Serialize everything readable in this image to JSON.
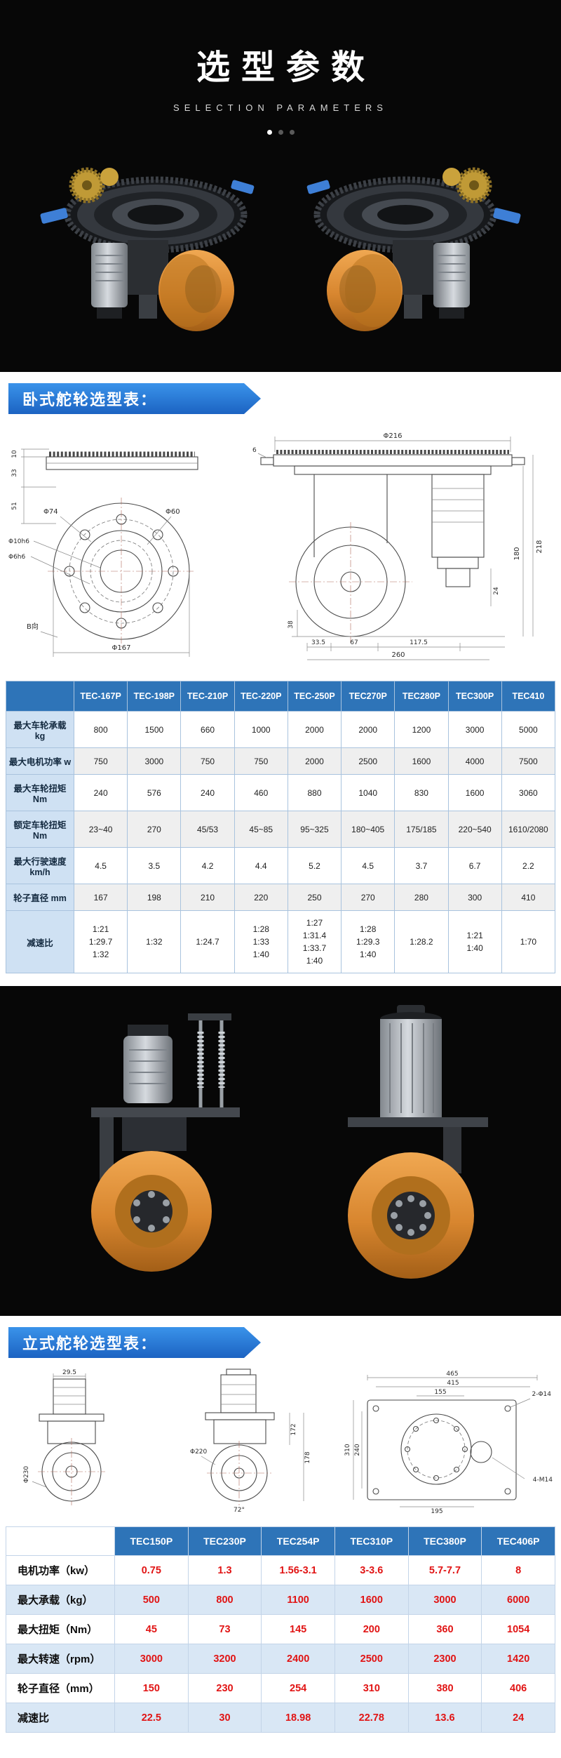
{
  "hero": {
    "title": "选型参数",
    "subtitle": "SELECTION PARAMETERS"
  },
  "ribbons": {
    "horizontal": "卧式舵轮选型表：",
    "vertical": "立式舵轮选型表："
  },
  "drawing1": {
    "front": {
      "dim_10": "10",
      "dim_33": "33",
      "dim_51": "51",
      "dim_phi74": "Φ74",
      "dim_phi60": "Φ60",
      "dim_phi10h6": "Φ10h6",
      "dim_phi6h6": "Φ6h6",
      "dim_phi167": "Φ167",
      "b_view": "B向"
    },
    "side": {
      "dim_phi216": "Φ216",
      "dim_6": "6",
      "dim_218": "218",
      "dim_180": "180",
      "dim_38": "38",
      "dim_24": "24",
      "dim_33_5": "33.5",
      "dim_67": "67",
      "dim_117_5": "117.5",
      "dim_260": "260"
    }
  },
  "table1": {
    "headers": [
      "",
      "TEC-167P",
      "TEC-198P",
      "TEC-210P",
      "TEC-220P",
      "TEC-250P",
      "TEC270P",
      "TEC280P",
      "TEC300P",
      "TEC410"
    ],
    "rows": [
      {
        "label": "最大车轮承载 kg",
        "values": [
          "800",
          "1500",
          "660",
          "1000",
          "2000",
          "2000",
          "1200",
          "3000",
          "5000"
        ]
      },
      {
        "label": "最大电机功率 w",
        "values": [
          "750",
          "3000",
          "750",
          "750",
          "2000",
          "2500",
          "1600",
          "4000",
          "7500"
        ]
      },
      {
        "label": "最大车轮扭矩 Nm",
        "values": [
          "240",
          "576",
          "240",
          "460",
          "880",
          "1040",
          "830",
          "1600",
          "3060"
        ]
      },
      {
        "label": "额定车轮扭矩 Nm",
        "values": [
          "23~40",
          "270",
          "45/53",
          "45~85",
          "95~325",
          "180~405",
          "175/185",
          "220~540",
          "1610/2080"
        ]
      },
      {
        "label": "最大行驶速度 km/h",
        "values": [
          "4.5",
          "3.5",
          "4.2",
          "4.4",
          "5.2",
          "4.5",
          "3.7",
          "6.7",
          "2.2"
        ]
      },
      {
        "label": "轮子直径 mm",
        "values": [
          "167",
          "198",
          "210",
          "220",
          "250",
          "270",
          "280",
          "300",
          "410"
        ]
      },
      {
        "label": "减速比",
        "values": [
          "1:21\n1:29.7\n1:32",
          "1:32",
          "1:24.7",
          "1:28\n1:33\n1:40",
          "1:27\n1:31.4\n1:33.7\n1:40",
          "1:28\n1:29.3\n1:40",
          "1:28.2",
          "1:21\n1:40",
          "1:70"
        ]
      }
    ]
  },
  "drawing2": {
    "left": {
      "dim_29_5": "29.5",
      "dim_phi230": "Φ230"
    },
    "mid": {
      "dim_172": "172",
      "dim_178": "178",
      "dim_phi220": "Φ220",
      "dim_72": "72°"
    },
    "plate": {
      "dim_465": "465",
      "dim_415": "415",
      "dim_155": "155",
      "dim_310": "310",
      "dim_240": "240",
      "dim_195": "195",
      "holes_2": "2-Φ14",
      "holes_4": "4-M14"
    }
  },
  "table2": {
    "headers": [
      "",
      "TEC150P",
      "TEC230P",
      "TEC254P",
      "TEC310P",
      "TEC380P",
      "TEC406P"
    ],
    "rows": [
      {
        "label": "电机功率（kw）",
        "values": [
          "0.75",
          "1.3",
          "1.56-3.1",
          "3-3.6",
          "5.7-7.7",
          "8"
        ]
      },
      {
        "label": "最大承载（kg）",
        "values": [
          "500",
          "800",
          "1100",
          "1600",
          "3000",
          "6000"
        ]
      },
      {
        "label": "最大扭矩（Nm）",
        "values": [
          "45",
          "73",
          "145",
          "200",
          "360",
          "1054"
        ]
      },
      {
        "label": "最大转速（rpm）",
        "values": [
          "3000",
          "3200",
          "2400",
          "2500",
          "2300",
          "1420"
        ]
      },
      {
        "label": "轮子直径（mm）",
        "values": [
          "150",
          "230",
          "254",
          "310",
          "380",
          "406"
        ]
      },
      {
        "label": "减速比",
        "values": [
          "22.5",
          "30",
          "18.98",
          "22.78",
          "13.6",
          "24"
        ]
      }
    ]
  },
  "colors": {
    "accent_blue": "#2e74b8",
    "value_red": "#e11414",
    "wheel_orange": "#d8862f",
    "ribbon_blue": "#1c63c2"
  }
}
